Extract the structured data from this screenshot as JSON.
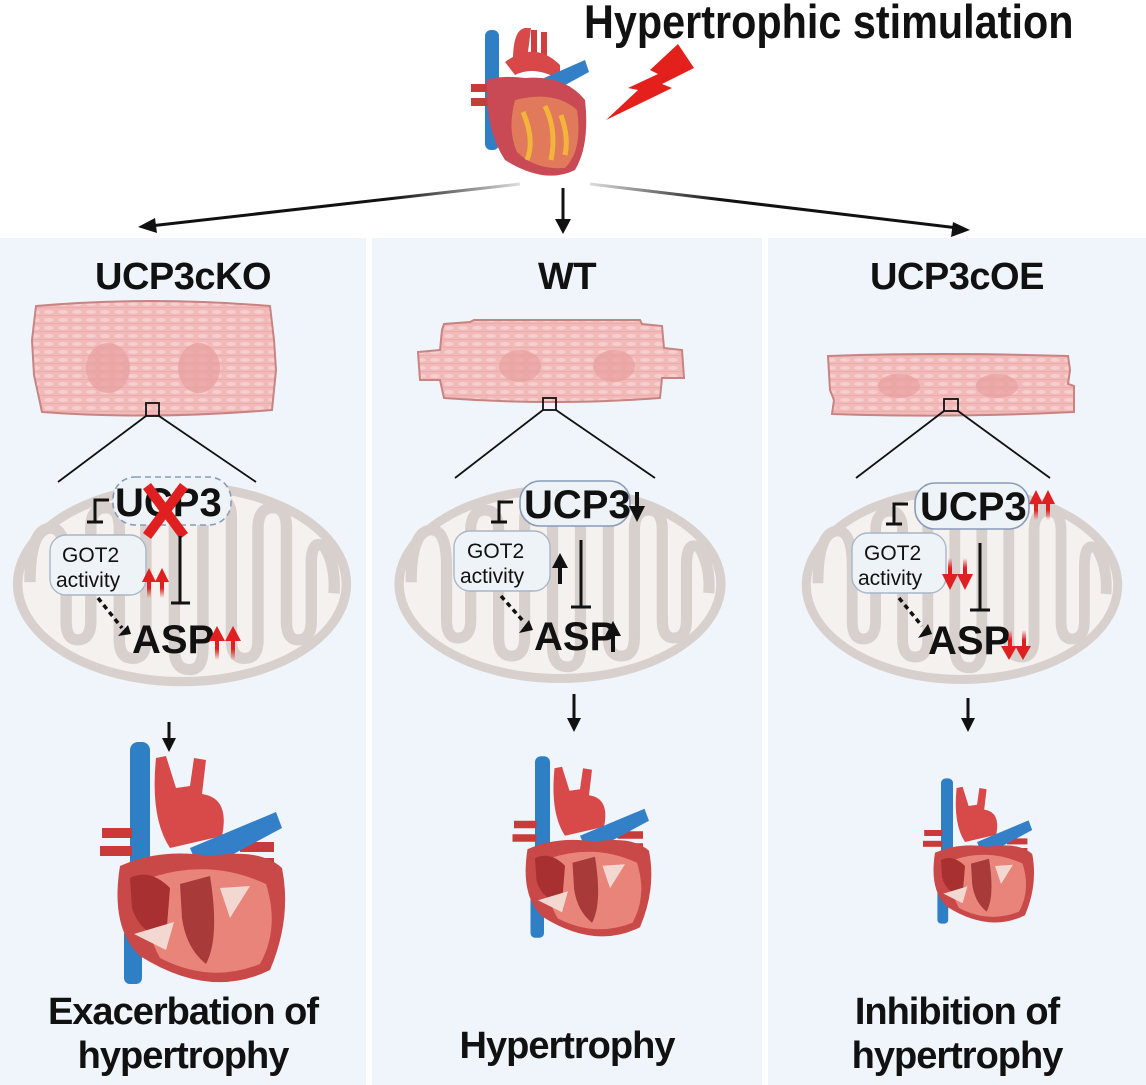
{
  "header": {
    "title": "Hypertrophic stimulation",
    "stimulus_icon": "lightning-bolt-icon",
    "organ_icon": "heart-icon"
  },
  "colors": {
    "panel_bg": "#eff5fa",
    "up_arrow_red": "#e02020",
    "lightning_red": "#e3201b",
    "cell_pink": "#f2b9b9",
    "mito_grey": "#d8d0cc",
    "box_border": "#8a9bb8"
  },
  "panels": [
    {
      "title": "UCP3cKO",
      "ucp3_label": "UCP3",
      "ucp3_status": "knockout",
      "ucp3_change": "crossed-out",
      "got2_line1": "GOT2",
      "got2_line2": "activity",
      "got2_change": "double-up",
      "asp_label": "ASP",
      "asp_change": "double-up",
      "outcome_line1": "Exacerbation of",
      "outcome_line2": "hypertrophy"
    },
    {
      "title": "WT",
      "ucp3_label": "UCP3",
      "ucp3_change": "single-down",
      "got2_line1": "GOT2",
      "got2_line2": "activity",
      "got2_change": "single-up",
      "asp_label": "ASP",
      "asp_change": "single-up",
      "outcome_line1": "Hypertrophy",
      "outcome_line2": ""
    },
    {
      "title": "UCP3cOE",
      "ucp3_label": "UCP3",
      "ucp3_change": "double-up",
      "got2_line1": "GOT2",
      "got2_line2": "activity",
      "got2_change": "double-down",
      "asp_label": "ASP",
      "asp_change": "double-down",
      "outcome_line1": "Inhibition of",
      "outcome_line2": "hypertrophy"
    }
  ]
}
